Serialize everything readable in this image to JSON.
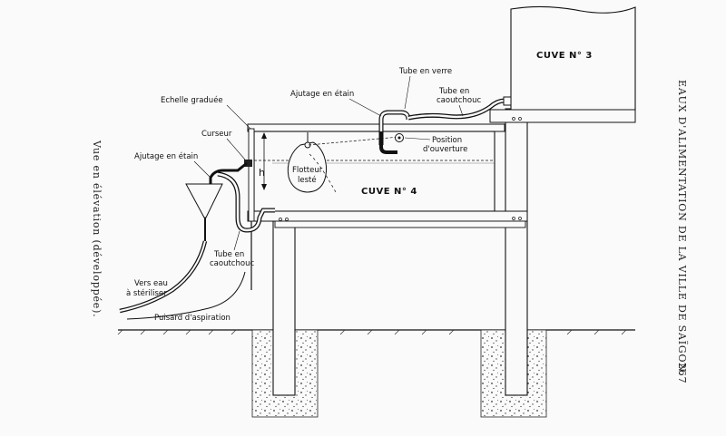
{
  "header": {
    "running_title": "EAUX D'ALIMENTATION DE LA VILLE DE SAÏGON.",
    "page_number": "267"
  },
  "caption": "Vue en élévation (développée).",
  "labels": {
    "cuve3": "CUVE N° 3",
    "cuve4": "CUVE N° 4",
    "tube_verre": "Tube en verre",
    "ajutage_top": "Ajutage en étain",
    "tube_caoutchouc_top_1": "Tube en",
    "tube_caoutchouc_top_2": "caoutchouc",
    "echelle": "Echelle graduée",
    "curseur": "Curseur",
    "ajutage_left": "Ajutage en étain",
    "h": "h",
    "position_1": "Position",
    "position_2": "d'ouverture",
    "flotteur_1": "Flotteur",
    "flotteur_2": "lesté",
    "tube_caoutchouc_bottom_1": "Tube en",
    "tube_caoutchouc_bottom_2": "caoutchouc",
    "vers_eau_1": "Vers eau",
    "vers_eau_2": "à stériliser",
    "puisard": "Puisard d'aspiration"
  }
}
